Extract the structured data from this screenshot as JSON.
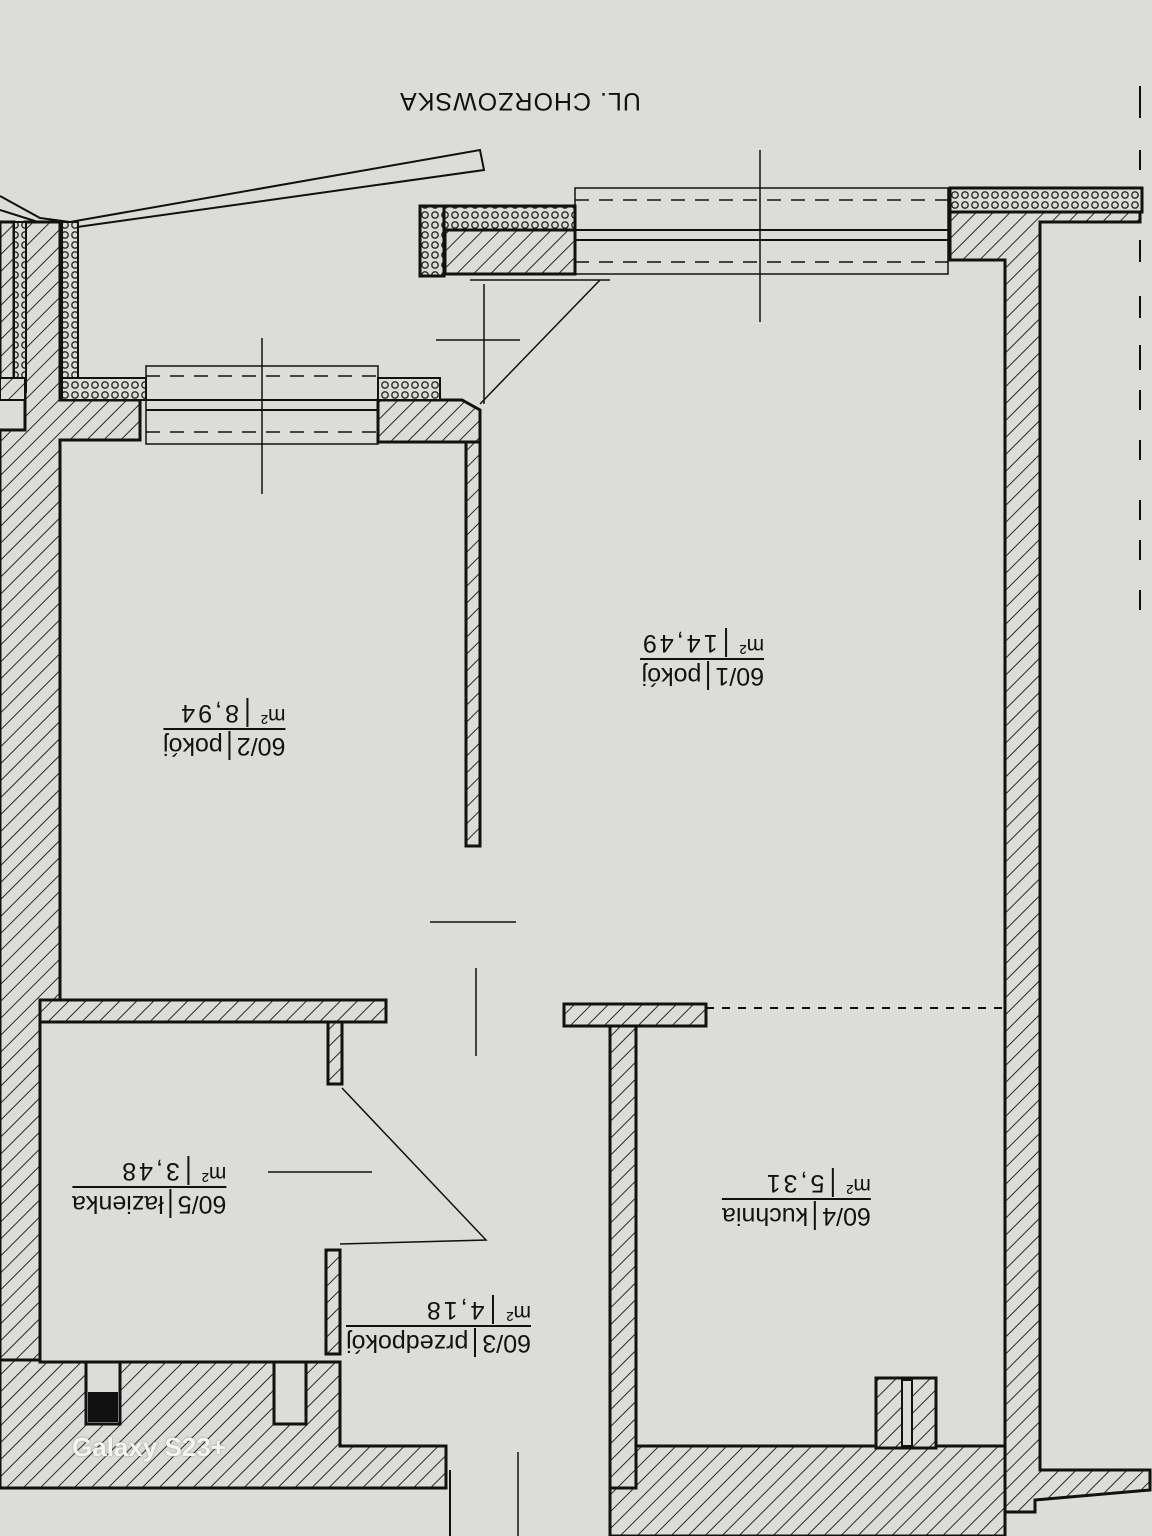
{
  "street": "UL. CHORZOWSKA",
  "rooms": [
    {
      "number": "60/1",
      "name": "pokój",
      "unit": "m²",
      "area": "14,49"
    },
    {
      "number": "60/2",
      "name": "pokój",
      "unit": "m²",
      "area": "8,94"
    },
    {
      "number": "60/3",
      "name": "przedpokój",
      "unit": "m²",
      "area": "4,18"
    },
    {
      "number": "60/4",
      "name": "kuchnia",
      "unit": "m²",
      "area": "5,31"
    },
    {
      "number": "60/5",
      "name": "łazienka",
      "unit": "m²",
      "area": "3,48"
    }
  ],
  "watermark": "Galaxy S23+",
  "colors": {
    "paper": "#dcdcd9",
    "ink": "#111111",
    "hatch": "#2a2a2a"
  }
}
